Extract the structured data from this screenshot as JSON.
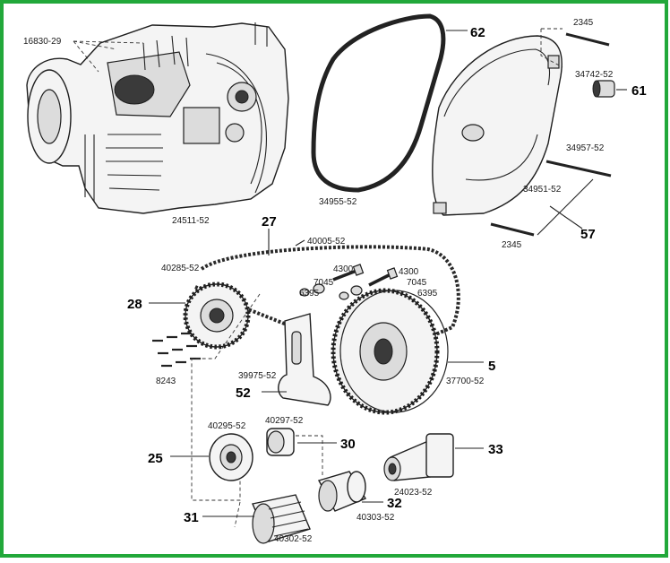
{
  "border_color": "#22a83a",
  "parts": {
    "crankcase": {
      "part_no": "24511-52",
      "stud_part_no": "16830-29"
    },
    "gasket": {
      "part_no": "34955-52",
      "ref": "62"
    },
    "cover": {
      "part_no": "34951-52",
      "ref": "57"
    },
    "cover_screw_top": {
      "part_no": "2345"
    },
    "cover_screw_bottom": {
      "part_no": "2345"
    },
    "plug": {
      "part_no": "34742-52",
      "ref": "61"
    },
    "long_screw": {
      "part_no": "34957-52"
    },
    "chain": {
      "part_no": "40005-52",
      "ref": "27"
    },
    "engine_sprocket": {
      "part_no": "40285-52",
      "ref": "28"
    },
    "bolt_left": {
      "part_no": "4300"
    },
    "bolt_right": {
      "part_no": "4300"
    },
    "lockwasher_left": {
      "part_no": "7045"
    },
    "lockwasher_right": {
      "part_no": "7045"
    },
    "washer_left": {
      "part_no": "6395"
    },
    "washer_right": {
      "part_no": "6395"
    },
    "screws_small": {
      "part_no": "8243"
    },
    "chain_adjuster": {
      "part_no": "39975-52",
      "ref": "52"
    },
    "clutch_sprocket": {
      "part_no": "37700-52",
      "ref": "5"
    },
    "hub_flange": {
      "part_no": "40295-52",
      "ref": "25"
    },
    "hub_nut": {
      "part_no": "40297-52",
      "ref": "30"
    },
    "shaft_extension": {
      "part_no": "24023-52",
      "ref": "33"
    },
    "spring_collar": {
      "part_no": "40302-52",
      "ref": "31"
    },
    "bushing": {
      "part_no": "40303-52",
      "ref": "32"
    }
  }
}
